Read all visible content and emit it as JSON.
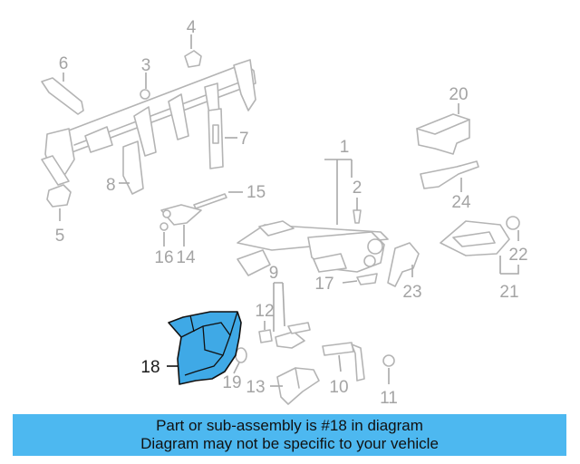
{
  "callouts": {
    "c1": "1",
    "c2": "2",
    "c3": "3",
    "c4": "4",
    "c5": "5",
    "c6": "6",
    "c7": "7",
    "c8": "8",
    "c9": "9",
    "c10": "10",
    "c11": "11",
    "c12": "12",
    "c13": "13",
    "c14": "14",
    "c15": "15",
    "c16": "16",
    "c17": "17",
    "c18": "18",
    "c19": "19",
    "c20": "20",
    "c21": "21",
    "c22": "22",
    "c23": "23",
    "c24": "24"
  },
  "highlighted_part": "18",
  "colors": {
    "highlight": "#3fa9e6",
    "banner": "#4db8f0",
    "line_art": "#b4b4b4"
  },
  "banner": {
    "line1": "Part or sub-assembly is #18 in diagram",
    "line2": "Diagram may not be specific to your vehicle"
  }
}
